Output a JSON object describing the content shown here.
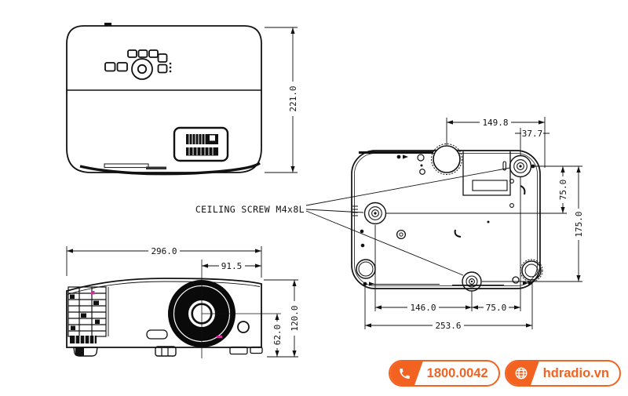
{
  "drawing": {
    "annotation": "CEILING SCREW M4x8L",
    "top_view": {
      "height": "221.0"
    },
    "front_view": {
      "width": "296.0",
      "lens_offset": "91.5",
      "height": "120.0",
      "lens_center_height": "62.0"
    },
    "bottom_view": {
      "lens_to_screw": "149.8",
      "screw_to_edge": "37.7",
      "row_gap": "75.0",
      "rows_total": "175.0",
      "col_left": "146.0",
      "col_right": "75.0",
      "feet_span": "253.6"
    }
  },
  "footer": {
    "phone": "1800.0042",
    "website": "hdradio.vn",
    "accent_color": "#F26322"
  }
}
